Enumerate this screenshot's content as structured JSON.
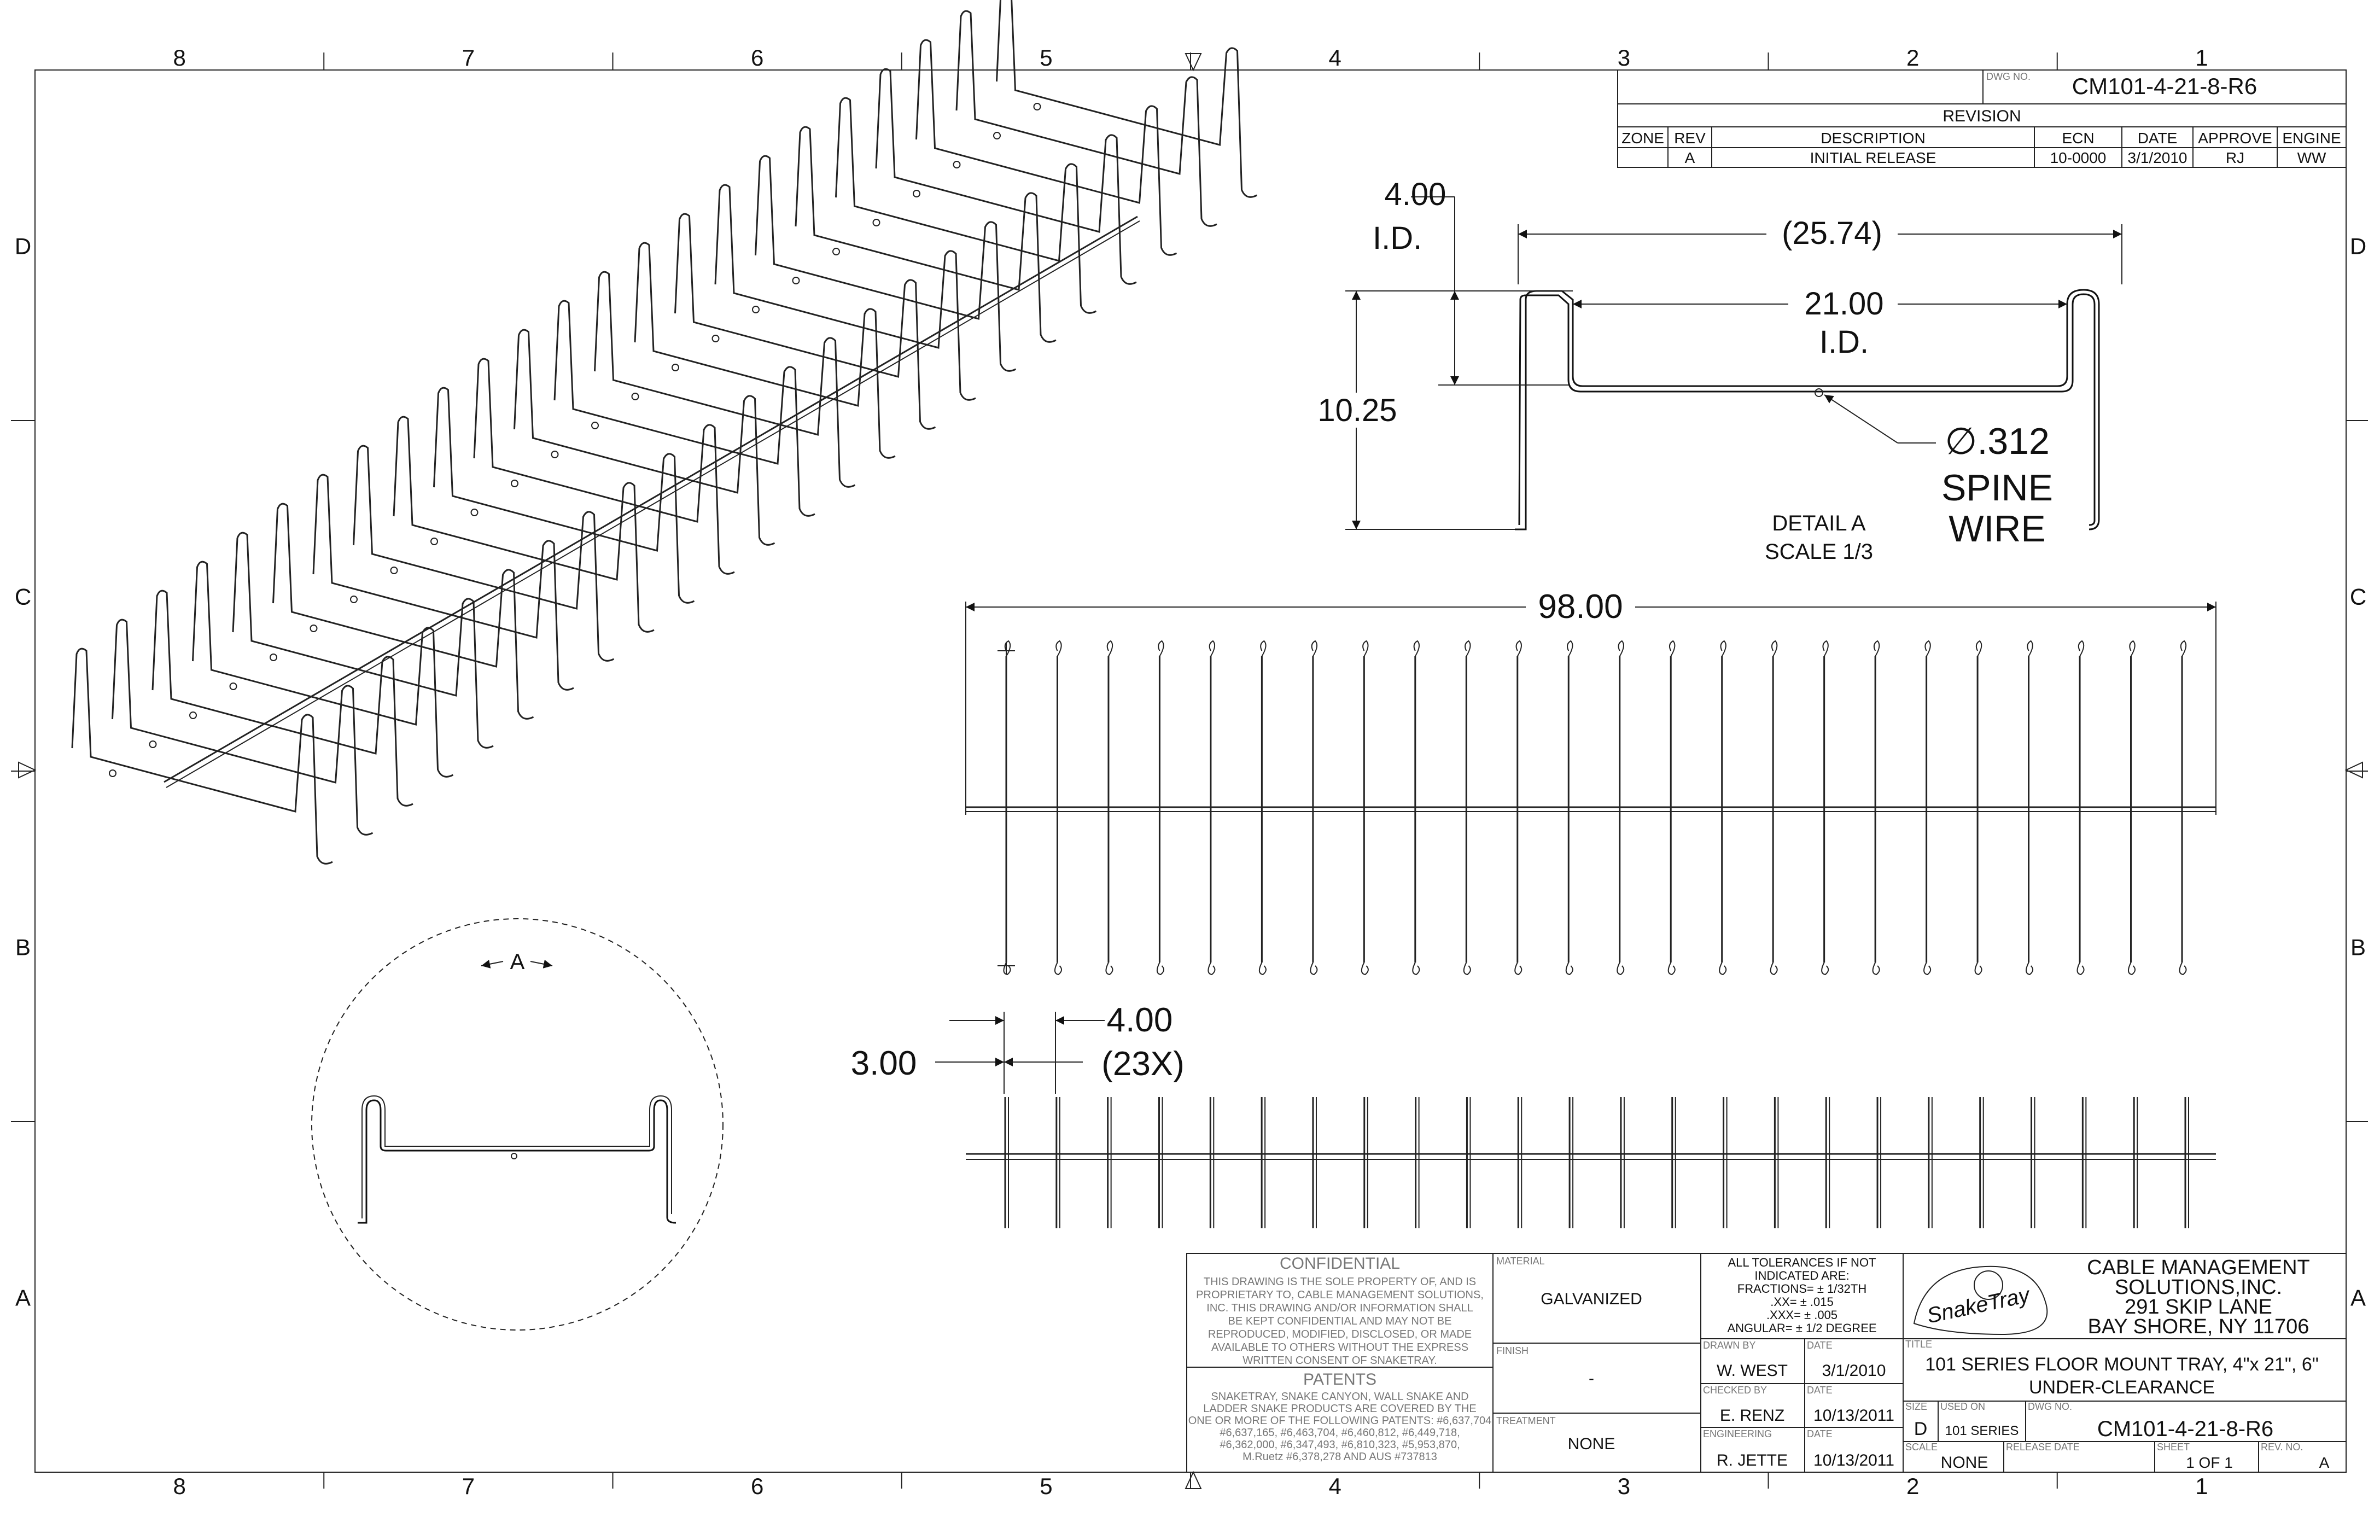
{
  "frame": {
    "col_labels": [
      "8",
      "7",
      "6",
      "5",
      "4",
      "3",
      "2",
      "1"
    ],
    "row_labels": [
      "D",
      "C",
      "B",
      "A"
    ]
  },
  "revision": {
    "dwg_no_label": "DWG NO.",
    "dwg_no": "CM101-4-21-8-R6",
    "title": "REVISION",
    "headers": [
      "ZONE",
      "REV",
      "DESCRIPTION",
      "ECN",
      "DATE",
      "APPROVE",
      "ENGINE"
    ],
    "row": [
      "",
      "A",
      "INITIAL RELEASE",
      "10-0000",
      "3/1/2010",
      "RJ",
      "WW"
    ]
  },
  "detail": {
    "id_top": "4.00",
    "id_top_sub": "I.D.",
    "overall_width": "(25.74)",
    "inner_width": "21.00",
    "inner_width_sub": "I.D.",
    "height": "10.25",
    "wire_dia": "∅.312",
    "wire_line1": "SPINE",
    "wire_line2": "WIRE",
    "caption": "DETAIL  A",
    "scale": "SCALE 1/3"
  },
  "plan": {
    "length": "98.00",
    "offset": "3.00",
    "pitch": "4.00",
    "pitch_count": "(23X)",
    "rungs": 24
  },
  "section_view": {
    "label": "A"
  },
  "title_block": {
    "confidential_title": "CONFIDENTIAL",
    "confidential_text": [
      "THIS DRAWING IS THE SOLE PROPERTY OF, AND IS",
      "PROPRIETARY TO, CABLE MANAGEMENT SOLUTIONS,",
      "INC. THIS DRAWING AND/OR INFORMATION SHALL",
      "BE KEPT CONFIDENTIAL AND MAY NOT BE",
      "REPRODUCED, MODIFIED, DISCLOSED, OR MADE",
      "AVAILABLE TO OTHERS WITHOUT THE EXPRESS",
      "WRITTEN CONSENT OF SNAKETRAY."
    ],
    "patents_title": "PATENTS",
    "patents_text": [
      "SNAKETRAY, SNAKE CANYON, WALL SNAKE AND",
      "LADDER SNAKE PRODUCTS ARE COVERED BY THE",
      "ONE OR MORE OF THE FOLLOWING PATENTS: #6,637,704",
      "#6,637,165, #6,463,704, #6,460,812, #6,449,718,",
      "#6,362,000, #6,347,493, #6,810,323, #5,953,870,",
      "M.Ruetz #6,378,278 AND AUS #737813"
    ],
    "material_label": "MATERIAL",
    "material": "GALVANIZED",
    "finish_label": "FINISH",
    "finish": "-",
    "treatment_label": "TREATMENT",
    "treatment": "NONE",
    "tolerances": [
      "ALL TOLERANCES IF NOT",
      "INDICATED ARE:",
      "FRACTIONS= ± 1/32TH",
      ".XX= ± .015",
      ".XXX= ± .005",
      "ANGULAR= ± 1/2 DEGREE"
    ],
    "drawn_by_label": "DRAWN BY",
    "drawn_by": "W. WEST",
    "drawn_date": "3/1/2010",
    "checked_by_label": "CHECKED BY",
    "checked_by": "E. RENZ",
    "checked_date": "10/13/2011",
    "engineering_label": "ENGINEERING",
    "engineering": "R. JETTE",
    "engineering_date": "10/13/2011",
    "date_label": "DATE",
    "logo_text": "SnakeTray",
    "company": [
      "CABLE MANAGEMENT",
      "SOLUTIONS,INC.",
      "291 SKIP LANE",
      "BAY SHORE, NY 11706"
    ],
    "title_label": "TITLE",
    "title_line1": "101 SERIES FLOOR MOUNT TRAY, 4\"x 21\", 6\"",
    "title_line2": "UNDER-CLEARANCE",
    "size_label": "SIZE",
    "size": "D",
    "used_on_label": "USED ON",
    "used_on": "101 SERIES",
    "dwg_no_label": "DWG NO.",
    "dwg_no": "CM101-4-21-8-R6",
    "scale_label": "SCALE",
    "scale": "NONE",
    "release_label": "RELEASE DATE",
    "sheet_label": "SHEET",
    "sheet": "1 OF 1",
    "rev_label": "REV. NO.",
    "rev": "A"
  }
}
